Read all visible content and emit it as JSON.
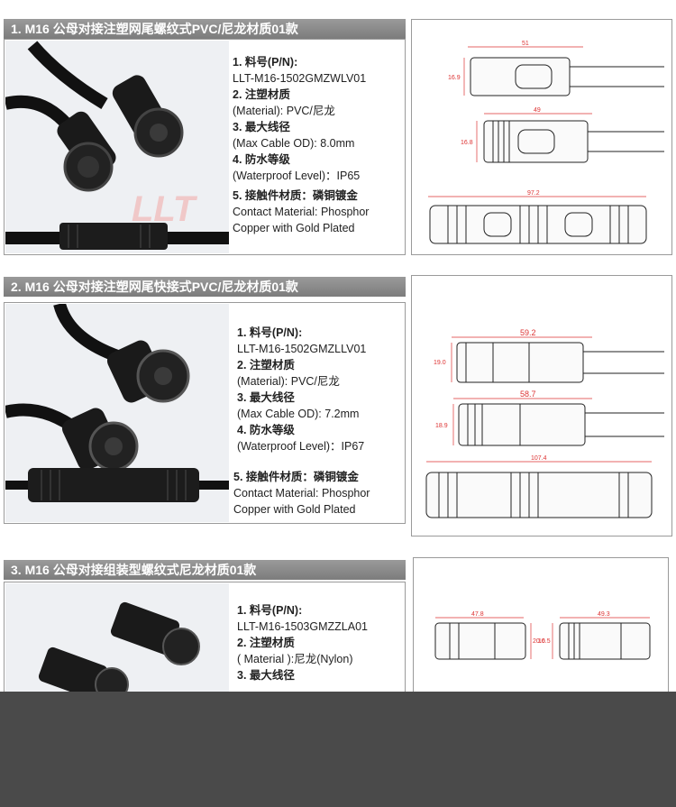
{
  "sections": [
    {
      "title": "1. M16 公母对接注塑网尾螺纹式PVC/尼龙材质01款",
      "specs": [
        {
          "num": "1.",
          "label": "料号(P/N):"
        },
        {
          "text": "LLT-M16-1502GMZWLV01"
        },
        {
          "num": "2.",
          "label": "注塑材质"
        },
        {
          "text": "(Material): PVC/尼龙"
        },
        {
          "num": "3.",
          "label": "最大线径"
        },
        {
          "text": "(Max Cable OD): 8.0mm"
        },
        {
          "num": "4.",
          "label": "防水等级"
        },
        {
          "text": "(Waterproof Level)：IP65"
        },
        {
          "num": "5.",
          "label": "接触件材质：磷铜镀金"
        },
        {
          "text": "Contact Material: Phosphor"
        },
        {
          "text": "Copper with Gold Plated"
        }
      ],
      "dims": [
        "51",
        "16.9",
        "49",
        "16.8",
        "97.2"
      ]
    },
    {
      "title": "2. M16 公母对接注塑网尾快接式PVC/尼龙材质01款",
      "specs": [
        {
          "num": "1.",
          "label": "料号(P/N):"
        },
        {
          "text": "LLT-M16-1502GMZLLV01"
        },
        {
          "num": "2.",
          "label": "注塑材质"
        },
        {
          "text": "(Material): PVC/尼龙"
        },
        {
          "num": "3.",
          "label": "最大线径"
        },
        {
          "text": "(Max Cable OD): 7.2mm"
        },
        {
          "num": "4.",
          "label": "防水等级"
        },
        {
          "text": "(Waterproof Level)：IP67"
        },
        {
          "num": "5.",
          "label": "接触件材质：磷铜镀金"
        },
        {
          "text": "Contact Material: Phosphor"
        },
        {
          "text": "Copper with Gold Plated"
        }
      ],
      "dims": [
        "59.2",
        "19.0",
        "58.7",
        "18.9",
        "107.4"
      ]
    },
    {
      "title": "3. M16 公母对接组装型螺纹式尼龙材质01款",
      "specs": [
        {
          "num": "1.",
          "label": "料号(P/N):"
        },
        {
          "text": "LLT-M16-1503GMZZLA01"
        },
        {
          "num": "2.",
          "label": "注塑材质"
        },
        {
          "text": "( Material ):尼龙(Nylon)"
        },
        {
          "num": "3.",
          "label": "最大线径"
        }
      ],
      "dims": [
        "47.8",
        "20.0",
        "49.3",
        "16.5"
      ]
    }
  ],
  "watermark": "LLT"
}
